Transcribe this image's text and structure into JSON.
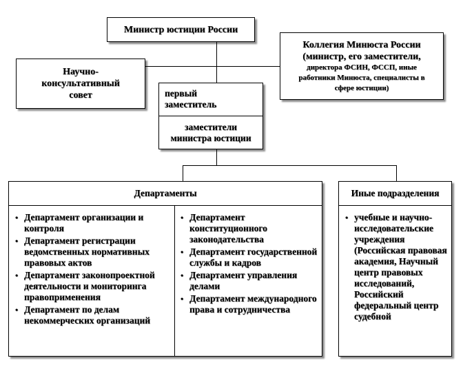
{
  "minister": "Министр юстиции России",
  "council": [
    "Научно-",
    "консультативный",
    "совет"
  ],
  "college": {
    "title": "Коллегия Минюста России",
    "subtitle": "(министр, его заместители,",
    "lines": [
      "директора ФСИН, ФССП, иные",
      "работники Минюста, специалисты в",
      "сфере юстиции)"
    ]
  },
  "first_deputy": [
    "первый",
    "заместитель"
  ],
  "deputies": [
    "заместители",
    "министра юстиции"
  ],
  "departments": {
    "title": "Департаменты",
    "left": [
      "Департамент организации и контроля",
      "Департамент регистрации ведомственных нормативных правовых актов",
      "Департамент законопроектной деятельности и мониторинга правоприменения",
      "Департамент по делам некоммерческих организаций"
    ],
    "right": [
      "Департамент конституционного законодательства",
      "Департамент государственной службы и кадров",
      "Департамент управления делами",
      "Департамент международного права и сотрудничества"
    ]
  },
  "other_units": {
    "title": "Иные подразделения",
    "items": [
      "учебные и научно-исследовательские учреждения (Российская правовая академия, Научный центр правовых исследований, Российский федеральный центр судебной"
    ]
  }
}
